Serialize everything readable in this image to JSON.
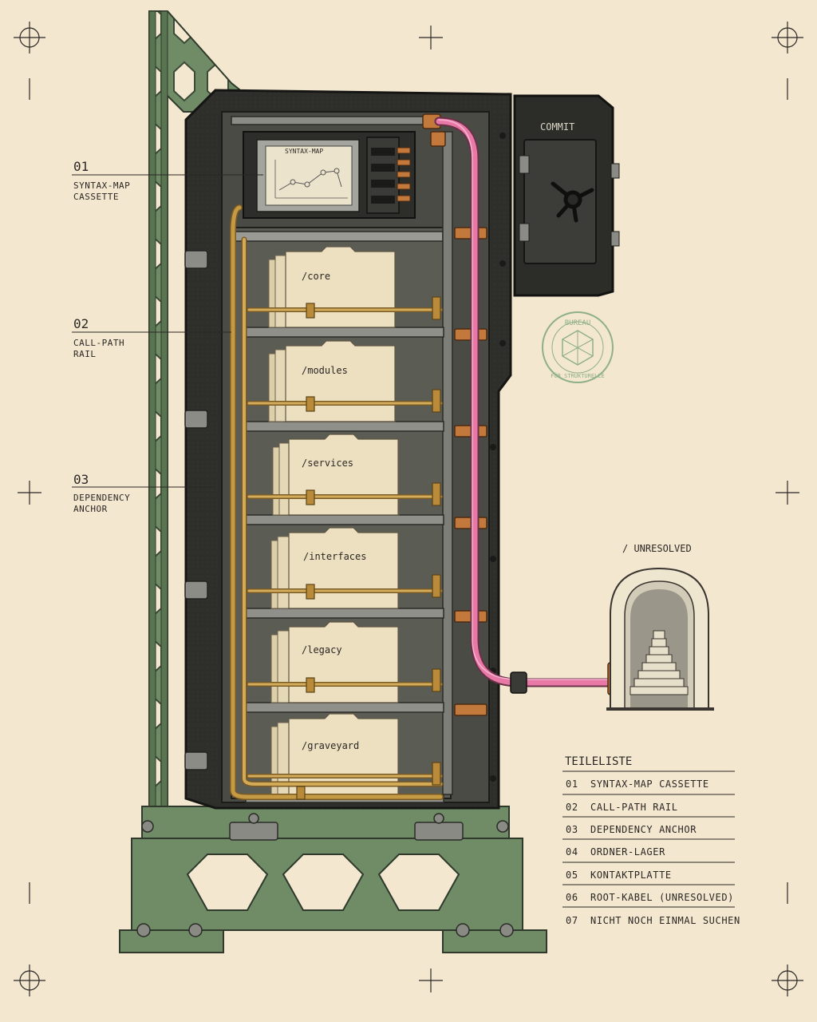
{
  "screen": {
    "syntax_map_label": "SYNTAX-MAP",
    "commit_label": "COMMIT",
    "unresolved_label": "/ UNRESOLVED",
    "stamp": {
      "top": "BUREAU",
      "bottom": "FÜR STRUKTURELLE"
    }
  },
  "callouts": [
    {
      "number": "01",
      "line1": "SYNTAX-MAP",
      "line2": "CASSETTE"
    },
    {
      "number": "02",
      "line1": "CALL-PATH",
      "line2": "RAIL"
    },
    {
      "number": "03",
      "line1": "DEPENDENCY",
      "line2": "ANCHOR"
    }
  ],
  "folders": [
    "/core",
    "/modules",
    "/services",
    "/interfaces",
    "/legacy",
    "/graveyard"
  ],
  "parts_list": {
    "title": "TEILELISTE",
    "items": [
      {
        "num": "01",
        "label": "SYNTAX-MAP CASSETTE"
      },
      {
        "num": "02",
        "label": "CALL-PATH RAIL"
      },
      {
        "num": "03",
        "label": "DEPENDENCY ANCHOR"
      },
      {
        "num": "04",
        "label": "ORDNER-LAGER"
      },
      {
        "num": "05",
        "label": "KONTAKTPLATTE"
      },
      {
        "num": "06",
        "label": "ROOT-KABEL (UNRESOLVED)"
      },
      {
        "num": "07",
        "label": "NICHT NOCH EINMAL SUCHEN"
      }
    ]
  },
  "colors": {
    "paper": "#f3e7cf",
    "steel_green": "#6f8c66",
    "cabinet": "#2c2c2a",
    "brass": "#c49a45",
    "cable_pink": "#e879a6",
    "copper": "#c3783c",
    "folder": "#ece0c0",
    "stamp": "#7ea67c"
  }
}
